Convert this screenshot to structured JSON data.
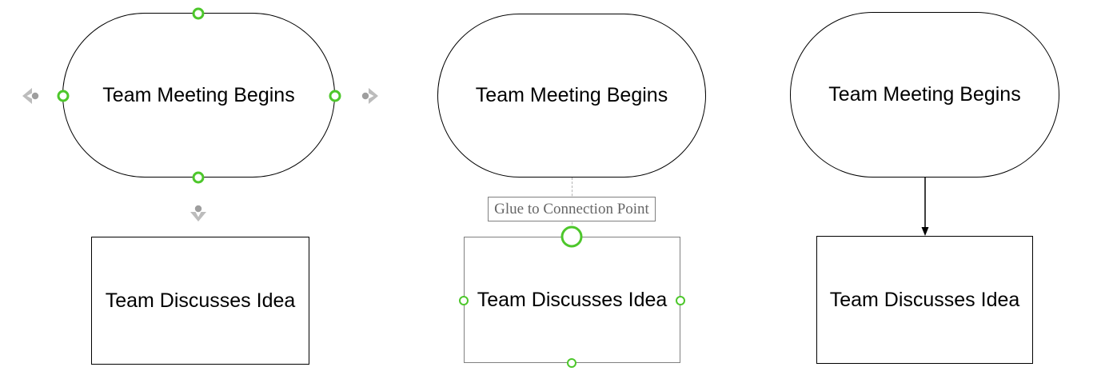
{
  "colors": {
    "connection_point_green": "#4dc72b",
    "shape_border_black": "#000000",
    "selected_shape_border_gray": "#808080",
    "directional_arrow_gray": "#bcbcbc",
    "directional_arrow_dot_gray": "#9e9e9e",
    "tooltip_text_gray": "#666666",
    "dashed_drag_line_gray": "#b3b3b3"
  },
  "panels": [
    {
      "state": "shape hovered - connection points and directional arrows visible",
      "start_label": "Team Meeting Begins",
      "process_label": "Team Discusses Idea"
    },
    {
      "state": "dragging connector - glue tooltip visible",
      "start_label": "Team Meeting Begins",
      "process_label": "Team Discusses Idea",
      "tooltip": "Glue to Connection Point"
    },
    {
      "state": "connection completed with arrow",
      "start_label": "Team Meeting Begins",
      "process_label": "Team Discusses Idea"
    }
  ]
}
